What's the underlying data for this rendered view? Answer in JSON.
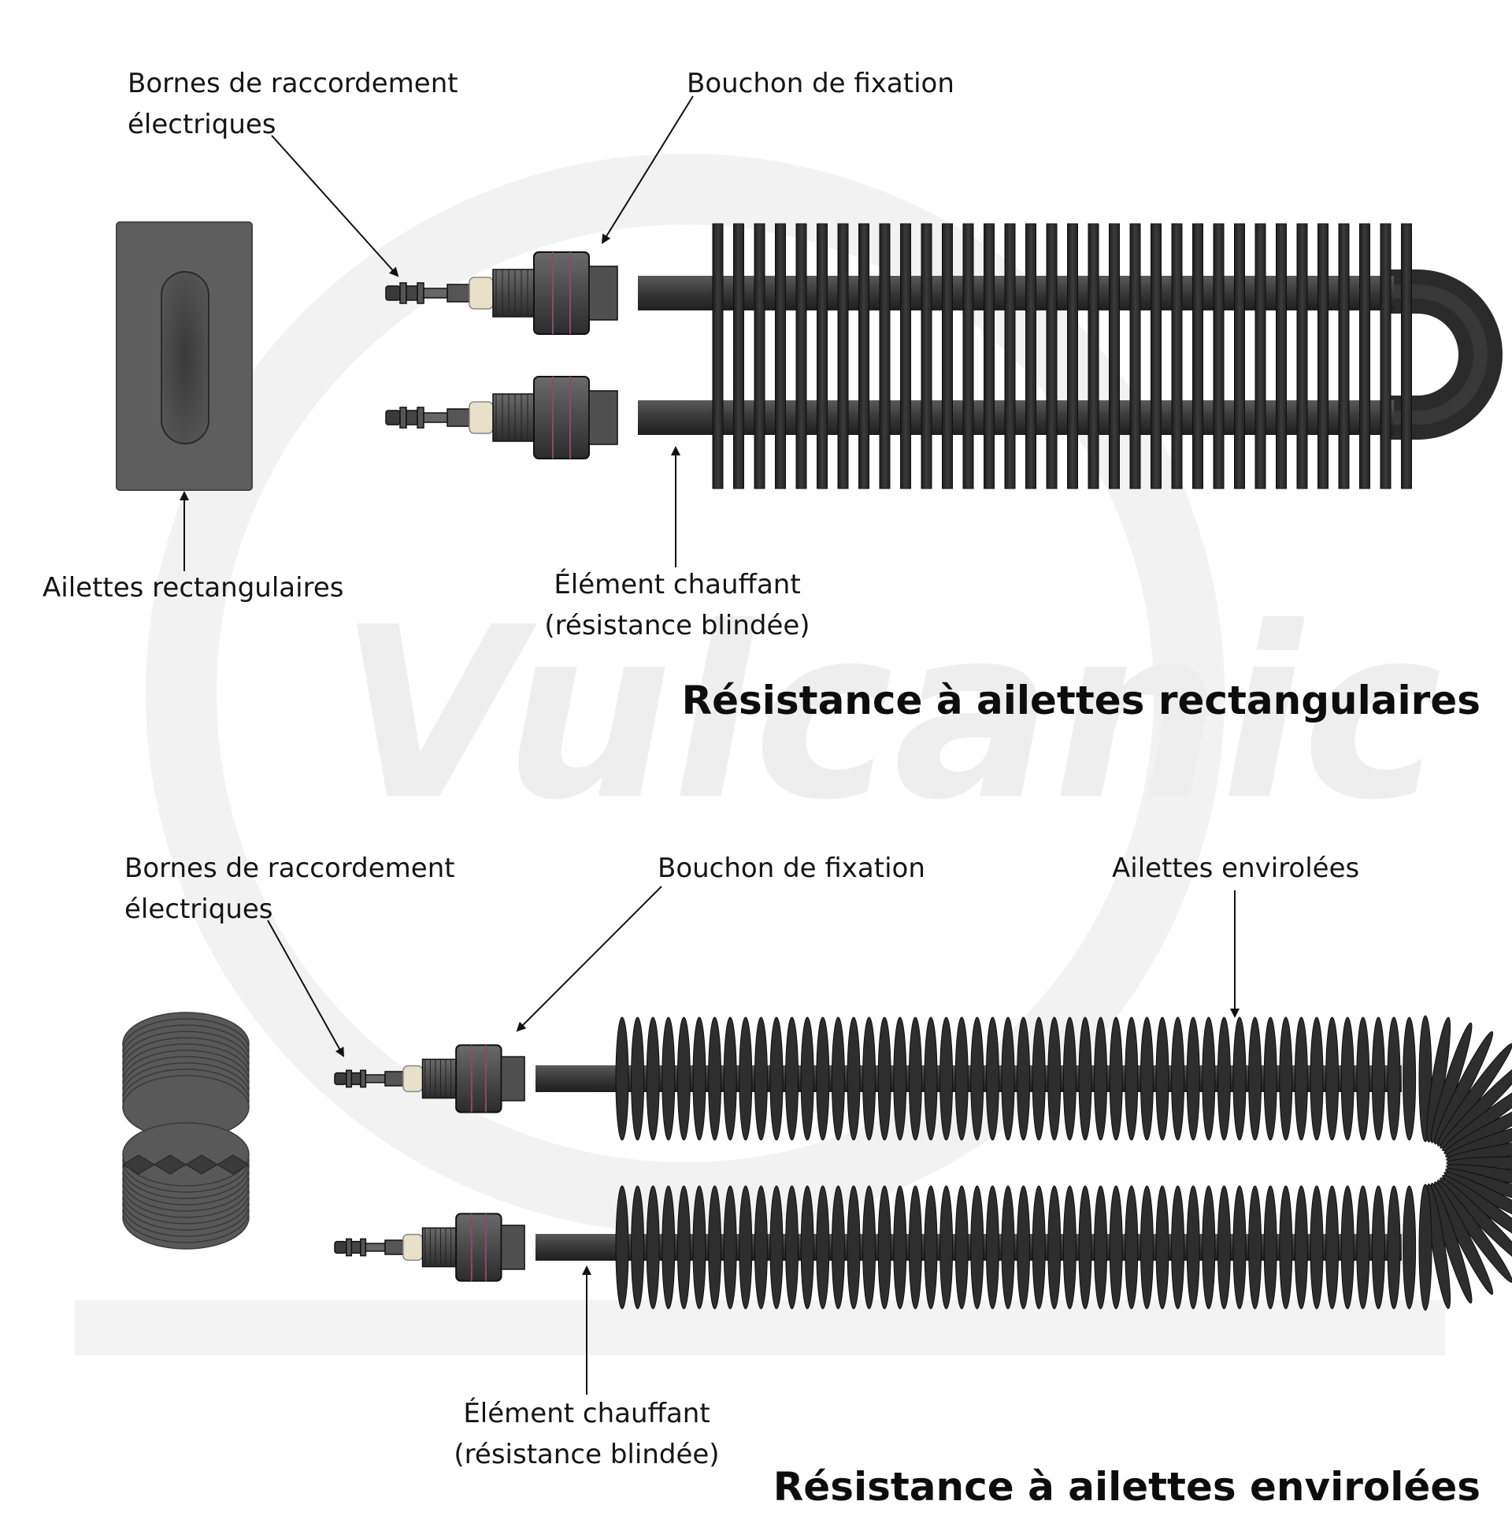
{
  "watermark": {
    "text": "Vulcanic"
  },
  "rectangular": {
    "title": "Résistance à ailettes rectangulaires",
    "labels": {
      "bornes_line1": "Bornes de raccordement",
      "bornes_line2": "électriques",
      "bouchon": "Bouchon de fixation",
      "ailettes": "Ailettes rectangulaires",
      "element_line1": "Élément chauffant",
      "element_line2": "(résistance blindée)"
    }
  },
  "spiral": {
    "title": "Résistance à ailettes  envirolées",
    "labels": {
      "bornes_line1": "Bornes de raccordement",
      "bornes_line2": "électriques",
      "bouchon": "Bouchon de fixation",
      "ailettes": "Ailettes envirolées",
      "element_line1": "Élément chauffant",
      "element_line2": "(résistance blindée)"
    }
  },
  "colors": {
    "fin": "#2e2e2e",
    "fin_edge": "#0f0f0f",
    "tube": "#3a3a3a",
    "plug": "#4a4a4a",
    "ceramic": "#e8e0c8",
    "end_view": "#5c5c5c",
    "watermark": "#efefef"
  }
}
